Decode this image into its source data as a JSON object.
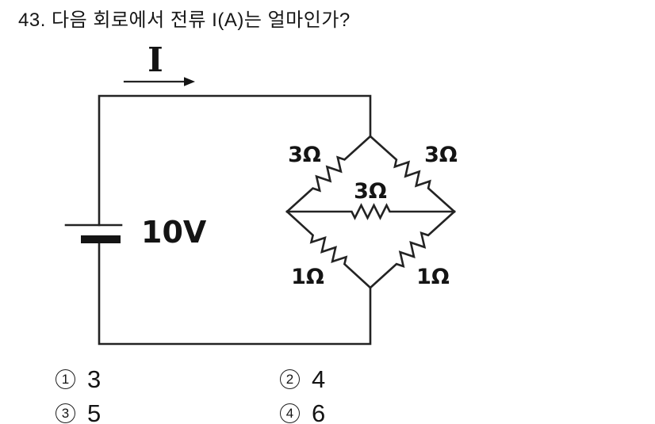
{
  "question": {
    "title": "43.  다음 회로에서 전류 I(A)는 얼마인가?"
  },
  "circuit": {
    "current_label": "I",
    "battery_label": "10V",
    "resistors": {
      "top_left": "3Ω",
      "top_right": "3Ω",
      "middle": "3Ω",
      "bottom_left": "1Ω",
      "bottom_right": "1Ω"
    }
  },
  "choices": [
    {
      "marker": "1",
      "value": "3"
    },
    {
      "marker": "2",
      "value": "4"
    },
    {
      "marker": "3",
      "value": "5"
    },
    {
      "marker": "4",
      "value": "6"
    }
  ]
}
